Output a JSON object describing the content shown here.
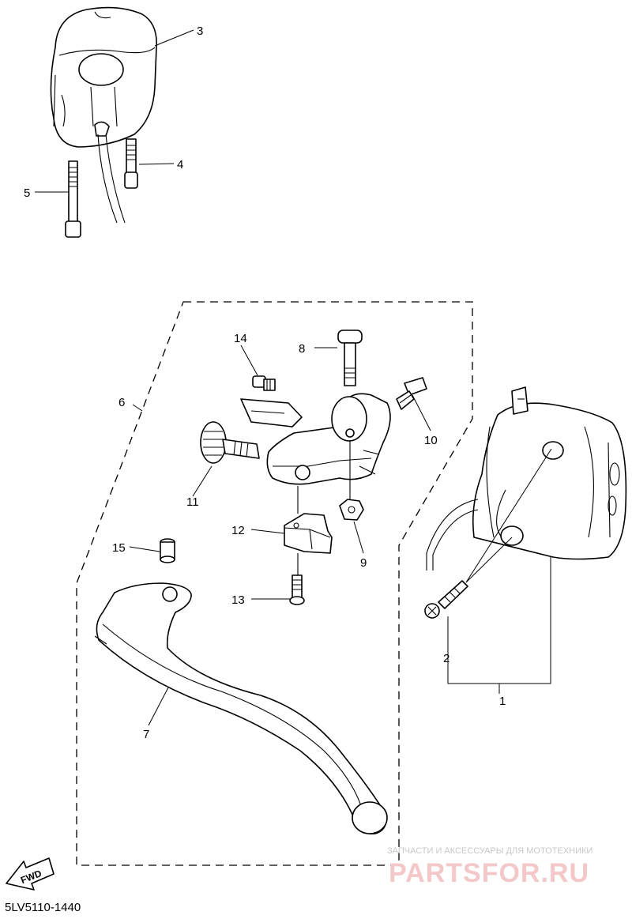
{
  "callouts": {
    "c1": "1",
    "c2": "2",
    "c3": "3",
    "c4": "4",
    "c5": "5",
    "c6": "6",
    "c7": "7",
    "c8": "8",
    "c9": "9",
    "c10": "10",
    "c11": "11",
    "c12": "12",
    "c13": "13",
    "c14": "14",
    "c15": "15"
  },
  "fwd_label": "FWD",
  "diagram_code": "5LV5110-1440",
  "watermark": {
    "tagline": "ЗАПЧАСТИ И АКСЕССУАРЫ ДЛЯ МОТОТЕХНИКИ",
    "brand": "PARTSFOR.RU"
  }
}
